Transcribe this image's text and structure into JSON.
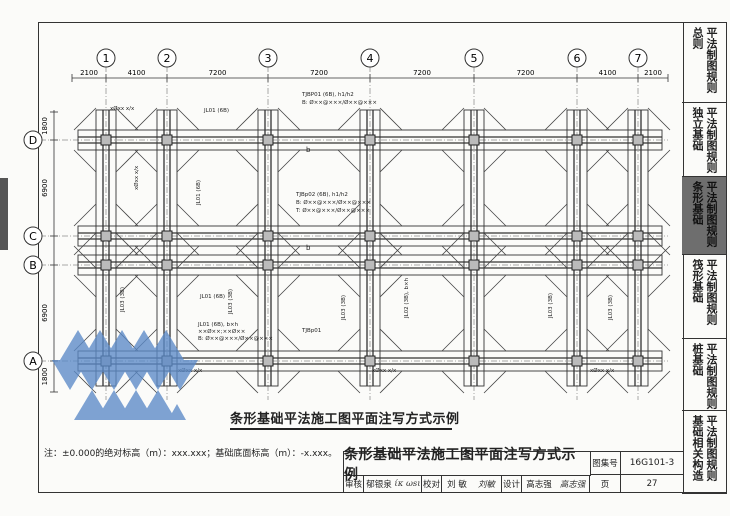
{
  "tabs": [
    {
      "label": "总则",
      "sub": "平法制图规则",
      "active": false
    },
    {
      "label": "独立基础",
      "sub": "平法制图规则",
      "active": false
    },
    {
      "label": "条形基础",
      "sub": "平法制图规则",
      "active": true
    },
    {
      "label": "筏形基础",
      "sub": "平法制图规则",
      "active": false
    },
    {
      "label": "桩基础",
      "sub": "平法制图规则",
      "active": false
    },
    {
      "label": "基础相关构造",
      "sub": "平法制图规则",
      "active": false
    }
  ],
  "axes": {
    "columns": [
      "1",
      "2",
      "3",
      "4",
      "5",
      "6",
      "7"
    ],
    "rows": [
      "D",
      "C",
      "B",
      "A"
    ],
    "top_dims": [
      "2100",
      "4100",
      "7200",
      "7200",
      "7200",
      "7200",
      "4100",
      "2100"
    ],
    "left_dims": [
      "1800",
      "6900",
      "6900",
      "1800"
    ]
  },
  "annotations": {
    "jl01": "JL01 (6B)",
    "tjb01_top": "TJBP01 (6B), h1/h2",
    "tjb01_top_r1": "B: Ø××@×××/Ø××@×××",
    "tjb02": "TJBp02 (6B), h1/h2",
    "tjb02_r1": "B: Ø××@×××/Ø××@×××",
    "tjb02_r2": "T: Ø××@×××/Ø××@×××",
    "jl01_mid": "JL01 (6B), b×h",
    "jl01_mid_r1": "××Ø××;××Ø××",
    "jl01_mid_r2": "B: Ø××@×××/Ø××@×××",
    "tjb01_bottom": "TJBp01",
    "jl02": "JL02 (3B), b×h",
    "jl03": "JL03 (3B)",
    "xx": "xØxx x/x",
    "b_label": "b"
  },
  "caption": "条形基础平法施工图平面注写方式示例",
  "note": "注：±0.000的绝对标高（m）：xxx.xxx；基础底面标高（m）：-x.xxx。",
  "titleblock": {
    "title": "条形基础平法施工图平面注写方式示例",
    "atlas_label": "图集号",
    "atlas_no": "16G101-3",
    "review_label": "审核",
    "reviewer": "郁银泉",
    "reviewer_sig": "ίκ ωsι",
    "check_label": "校对",
    "checker": "刘 敏",
    "checker_sig": "刘敏",
    "design_label": "设计",
    "designer": "高志强",
    "designer_sig": "高志强",
    "page_label": "页",
    "page_no": "27"
  },
  "colors": {
    "line": "#333333",
    "watermark": "#5b8ac8",
    "active_tab": "#6e6e6e"
  }
}
